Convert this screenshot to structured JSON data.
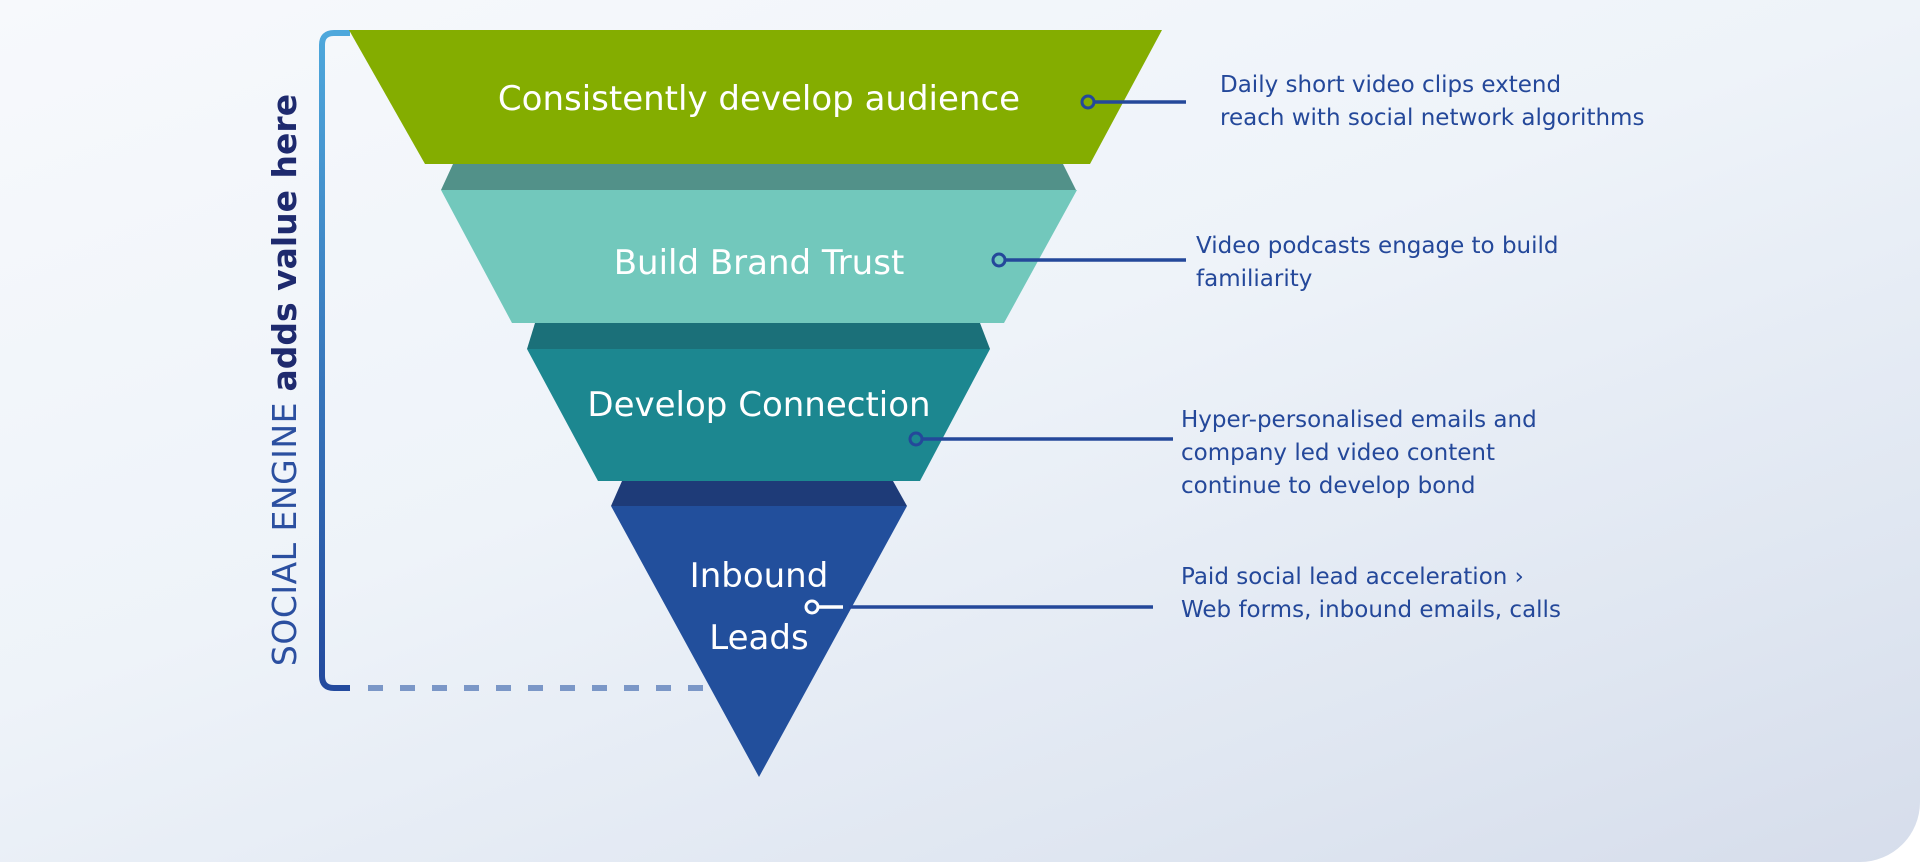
{
  "side_title": {
    "light_text": "SOCIAL ENGINE",
    "bold_text": "adds value here"
  },
  "funnel": {
    "stages": [
      {
        "label_lines": [
          "Consistently develop audience"
        ],
        "color": "#84ad00",
        "band_color": "#529189",
        "description_lines": [
          "Daily short video clips extend",
          "reach with social network algorithms"
        ]
      },
      {
        "label_lines": [
          "Build Brand Trust"
        ],
        "color": "#72c8bc",
        "band_color": "#1b7079",
        "description_lines": [
          "Video podcasts engage to build",
          "familiarity"
        ]
      },
      {
        "label_lines": [
          "Develop Connection"
        ],
        "color": "#1c8790",
        "band_color": "#1e3b78",
        "description_lines": [
          "Hyper-personalised emails and",
          "company led video content",
          "continue to develop bond"
        ]
      },
      {
        "label_lines": [
          "Inbound",
          "Leads"
        ],
        "color": "#224f9c",
        "band_color": null,
        "description_lines": [
          "Paid social lead acceleration ›",
          "Web forms, inbound emails, calls"
        ]
      }
    ]
  },
  "colors": {
    "connector": "#24489a",
    "text": "#24489a",
    "bracket_top": "#4ea8dc",
    "bracket_bottom": "#234a9e",
    "dashed": "#7b97c7"
  }
}
